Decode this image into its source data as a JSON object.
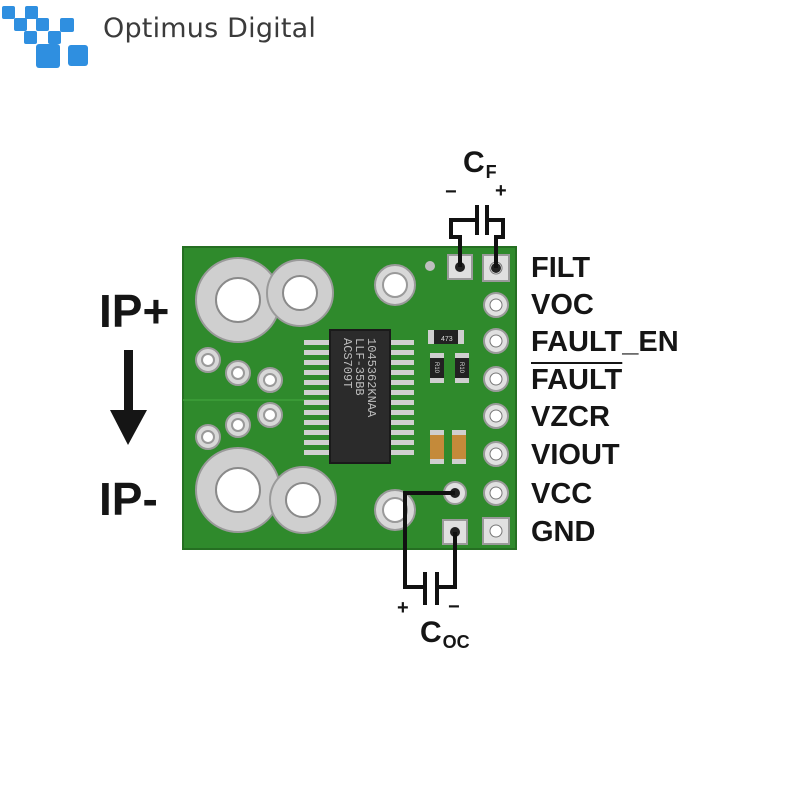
{
  "brand": {
    "name": "Optimus Digital",
    "logo_color": "#2f8fe0"
  },
  "diagram": {
    "chip": {
      "line1": "ACS709T",
      "line2": "LLF-35BB",
      "line3": "1045362KNAA"
    },
    "resistors": {
      "r1": "473",
      "r2": "R10",
      "r3": "R10"
    },
    "pins": [
      {
        "label": "FILT",
        "overline": false
      },
      {
        "label": "VOC",
        "overline": false
      },
      {
        "label": "FAULT_EN",
        "overline": false
      },
      {
        "label": "FAULT",
        "overline": true
      },
      {
        "label": "VZCR",
        "overline": false
      },
      {
        "label": "VIOUT",
        "overline": false
      },
      {
        "label": "VCC",
        "overline": false
      },
      {
        "label": "GND",
        "overline": false
      }
    ],
    "current": {
      "ip_plus": "IP+",
      "ip_minus": "IP-"
    },
    "cap_filter": {
      "label": "C",
      "sub": "F",
      "minus": "−",
      "plus": "+"
    },
    "cap_oc": {
      "label": "C",
      "sub": "OC",
      "plus": "+",
      "minus": "−"
    },
    "colors": {
      "board": "#2f8a2c",
      "board_dark": "#1f6e1f",
      "pad": "#c9c9c9",
      "chip": "#2b2b2b",
      "wire": "#111111"
    }
  }
}
